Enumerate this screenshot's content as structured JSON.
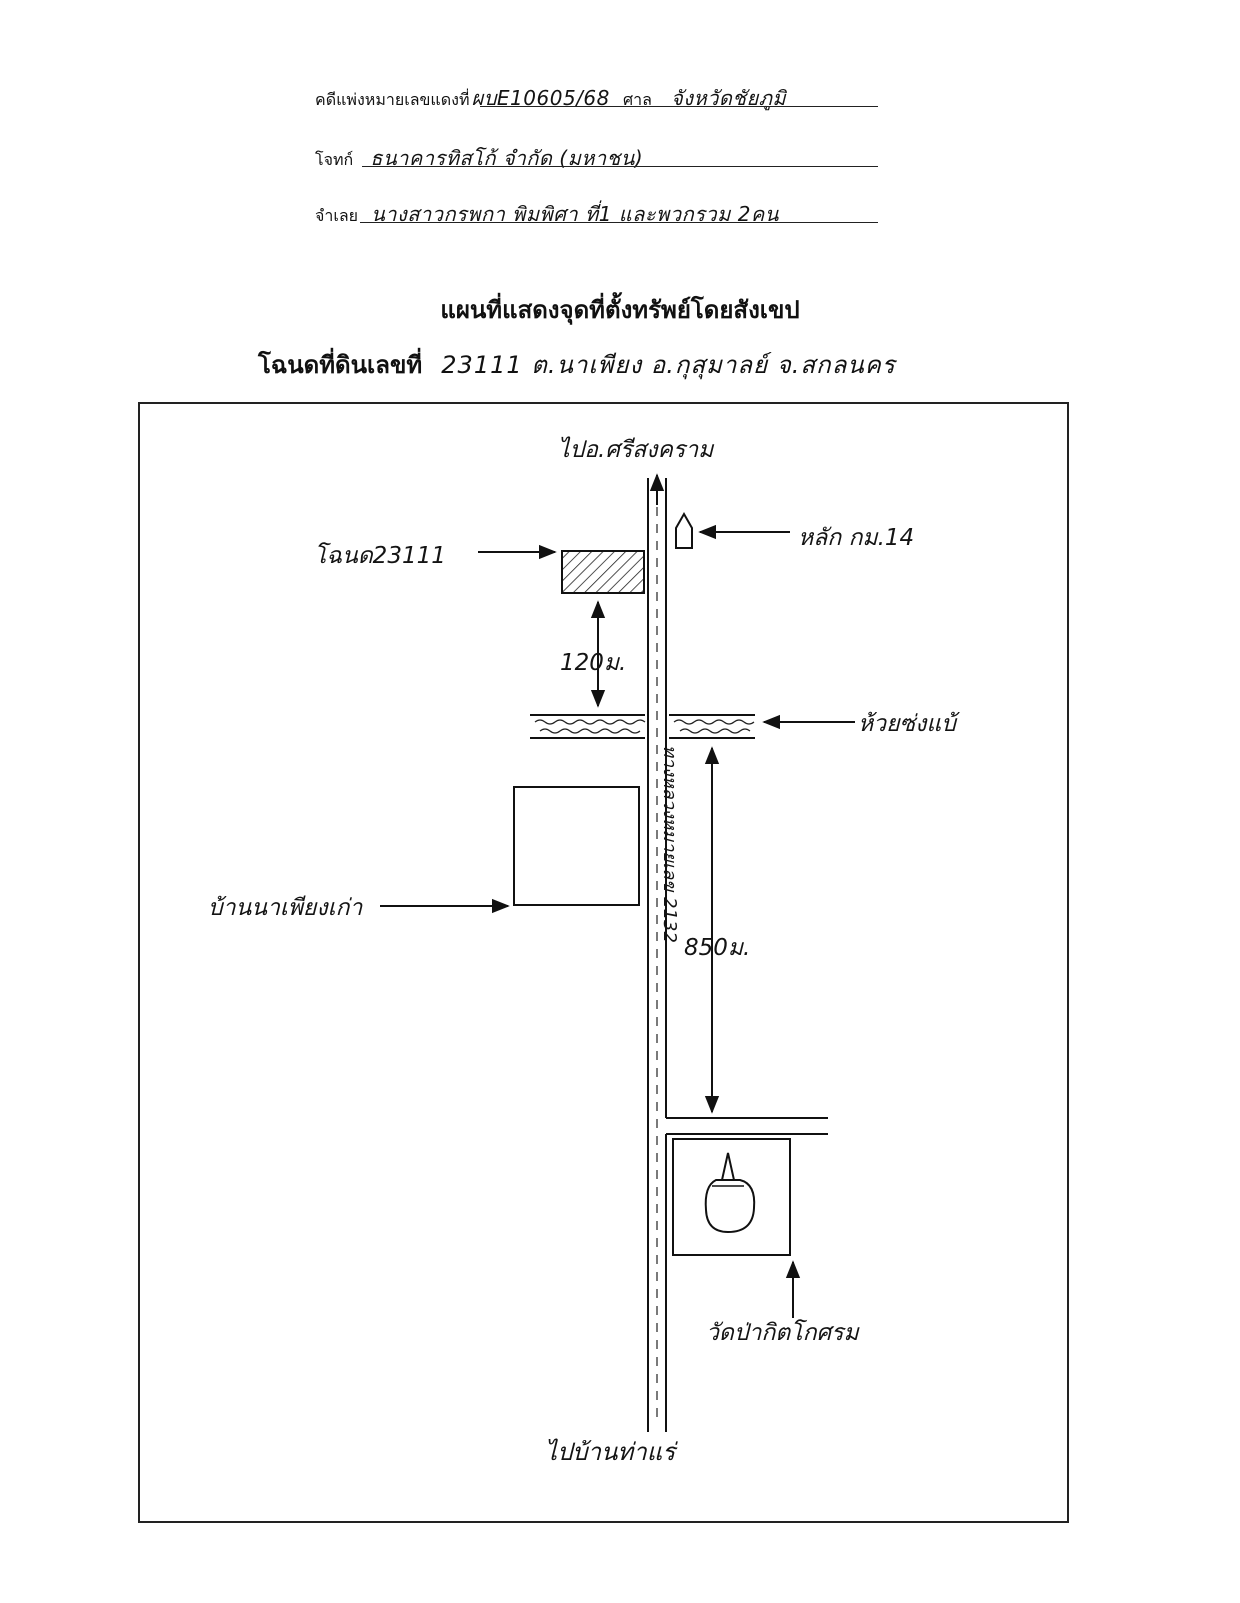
{
  "header": {
    "case_label": "คดีแพ่งหมายเลขแดงที่",
    "case_number": "ผบE10605/68",
    "court_label": "ศาล",
    "court_name": "จังหวัดชัยภูมิ",
    "plaintiff_label": "โจทก์",
    "plaintiff_name": "ธนาคารทิสโก้ จำกัด (มหาชน)",
    "defendant_label": "จำเลย",
    "defendant_name": "นางสาวกรพกา พิมพิศา ที่1 และพวกรวม 2คน"
  },
  "map": {
    "title": "แผนที่แสดงจุดที่ตั้งทรัพย์โดยสังเขป",
    "deed_label": "โฉนดที่ดินเลขที่",
    "deed_info": "23111 ต.นาเพียง อ.กุสุมาลย์ จ.สกลนคร",
    "labels": {
      "north_destination": "ไปอ.ศรีสงคราม",
      "south_destination": "ไปบ้านท่าแร่",
      "deed_marker": "โฉนด23111",
      "km_marker": "หลัก กม.14",
      "stream": "ห้วยซ่งแบ้",
      "village": "บ้านนาเพียงเก่า",
      "temple": "วัดป่ากิตโกศรม",
      "road": "ทางหลวงหมายเลข 2132",
      "distance_north": "120ม.",
      "distance_south": "850ม."
    }
  }
}
